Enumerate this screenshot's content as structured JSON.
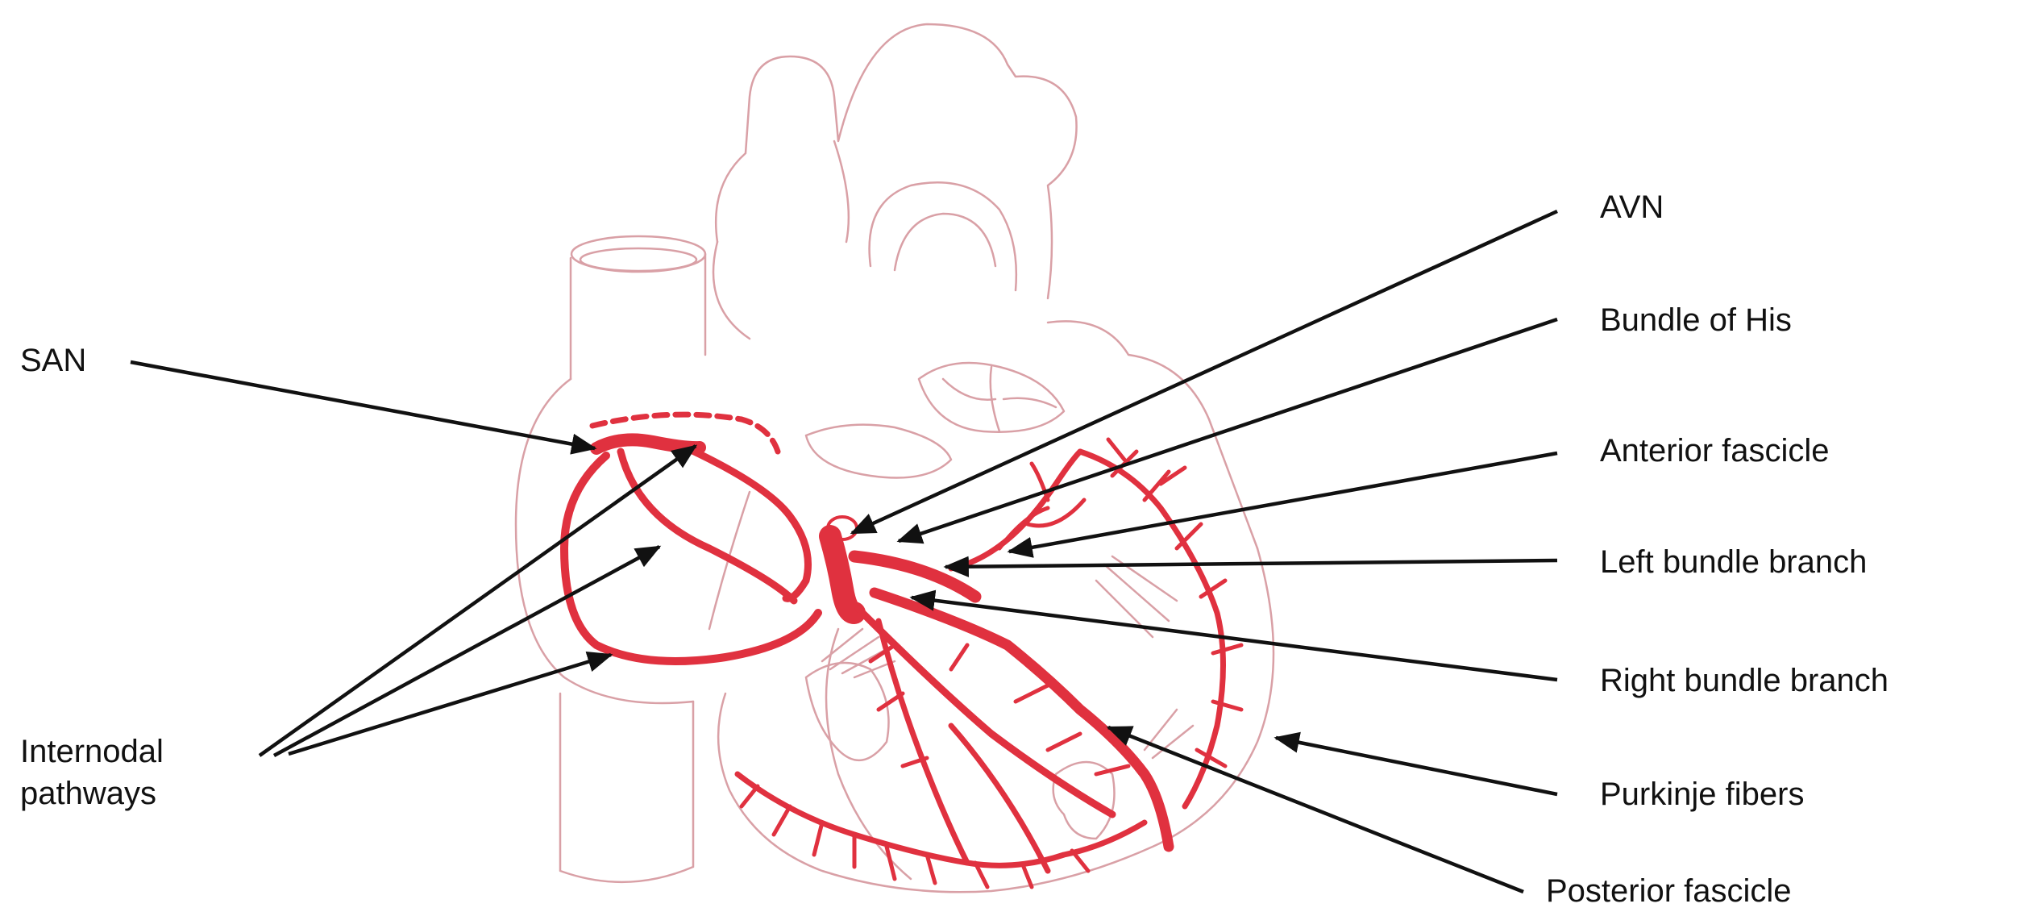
{
  "labels": {
    "san": "SAN",
    "avn": "AVN",
    "bundle_of_his": "Bundle of His",
    "anterior_fascicle": "Anterior fascicle",
    "left_bundle_branch": "Left bundle branch",
    "right_bundle_branch": "Right bundle branch",
    "purkinje_fibers": "Purkinje fibers",
    "posterior_fascicle": "Posterior fascicle",
    "internodal_line1": "Internodal",
    "internodal_line2": "pathways"
  },
  "colors": {
    "conduction": "#e0313f",
    "outline": "#d9a0a6",
    "pointer": "#111111"
  }
}
